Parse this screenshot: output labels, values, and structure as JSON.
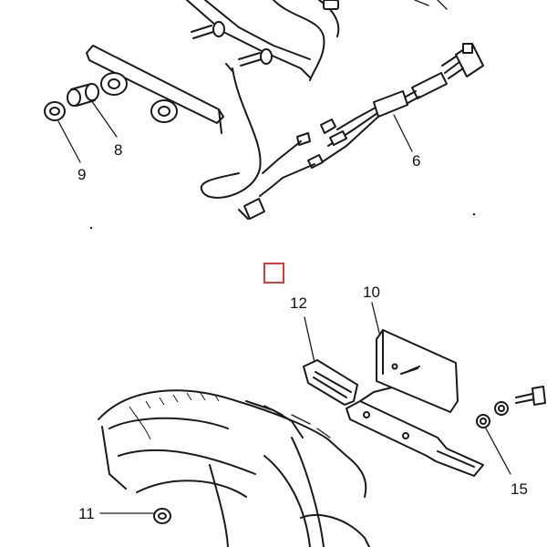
{
  "callouts": {
    "c6": "6",
    "c8": "8",
    "c9": "9",
    "c10": "10",
    "c11": "11",
    "c12": "12",
    "c15": "15"
  },
  "colors": {
    "line": "#1a1a1a",
    "marker": "#e53935",
    "background": "#ffffff"
  }
}
